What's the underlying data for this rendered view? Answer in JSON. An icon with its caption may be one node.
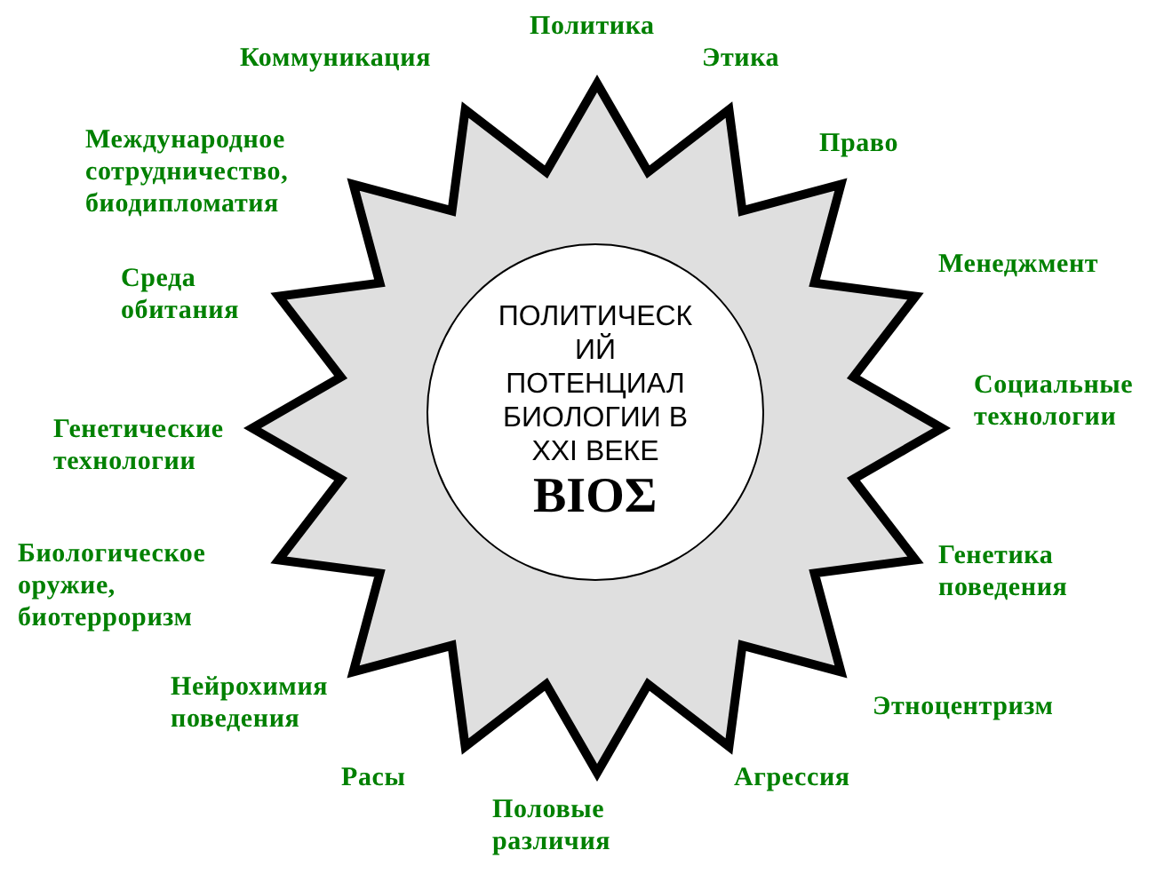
{
  "diagram": {
    "nodes": [
      {
        "text": [],
        "shape": "star"
      },
      {
        "text": [
          "ПОЛИТИЧЕСК ИЙ ПОТЕНЦИАЛ БИОЛОГИИ В XXI ВЕКЕ",
          "ΒΙΟΣ"
        ],
        "in": 0
      }
    ],
    "labels": [
      "Политика",
      "Этика",
      "Право",
      "Менеджмент",
      "Социальные технологии",
      "Генетика поведения",
      "Этноцентризм",
      "Агрессия",
      "Половые различия",
      "Расы",
      "Нейрохимия поведения",
      "Биологическое оружие, биотерроризм",
      "Генетические технологии",
      "Среда обитания",
      "Международное сотрудничество, биодипломатия",
      "Коммуникация"
    ]
  }
}
